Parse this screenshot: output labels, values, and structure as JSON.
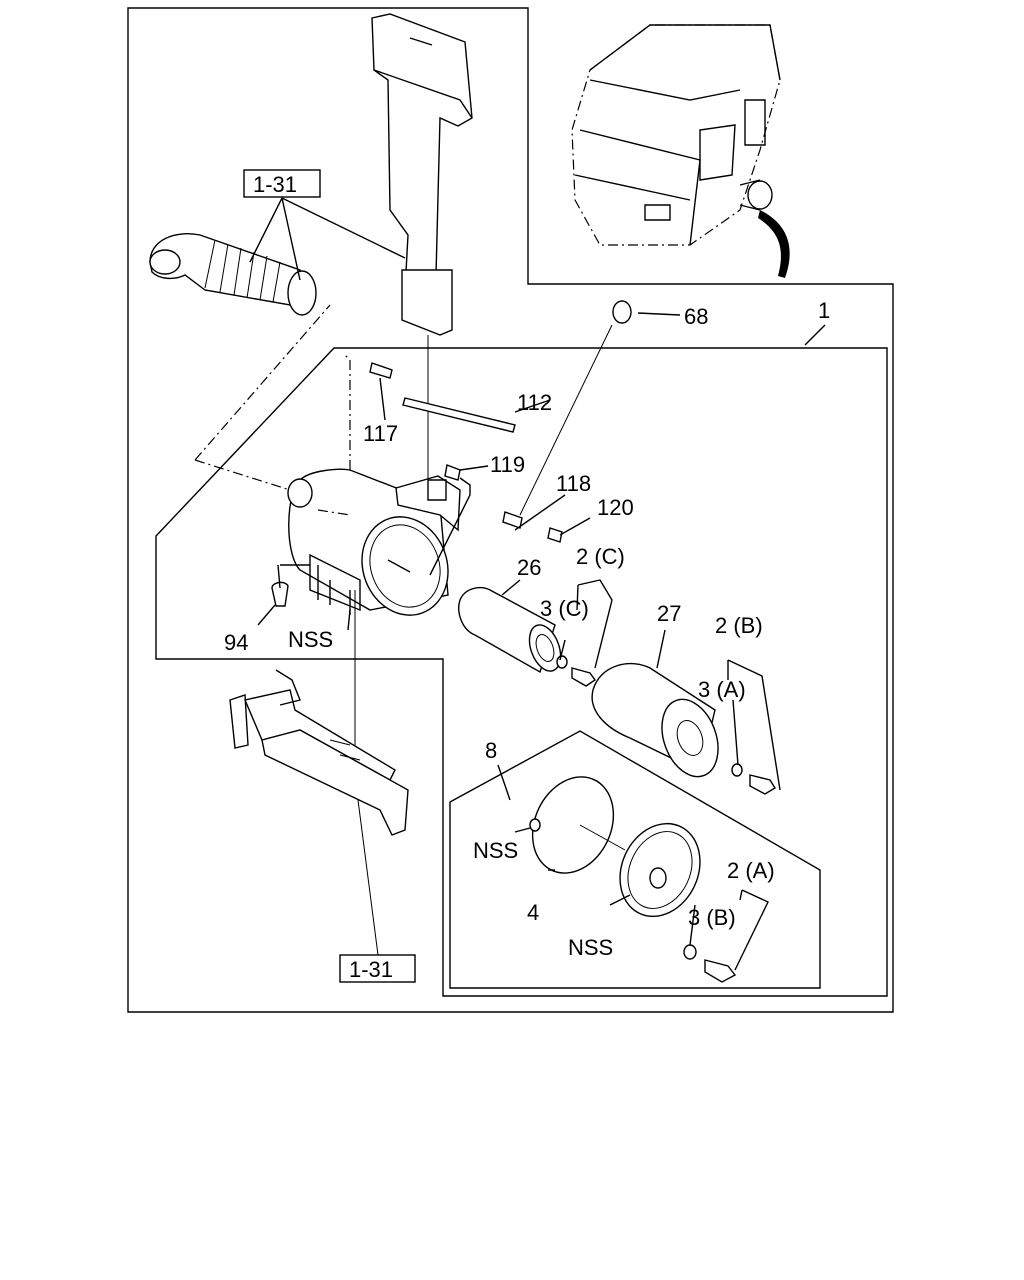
{
  "callouts": {
    "p1": "1",
    "p2a": "2 (A)",
    "p2b": "2 (B)",
    "p2c": "2 (C)",
    "p3a": "3 (A)",
    "p3b": "3 (B)",
    "p3c": "3 (C)",
    "p4": "4",
    "p8": "8",
    "p26": "26",
    "p27": "27",
    "p68": "68",
    "p94": "94",
    "p112": "112",
    "p117": "117",
    "p118": "118",
    "p119": "119",
    "p120": "120",
    "nss1": "NSS",
    "nss2": "NSS",
    "nss3": "NSS"
  },
  "references": {
    "ref_top": "1-31",
    "ref_bottom": "1-31"
  }
}
